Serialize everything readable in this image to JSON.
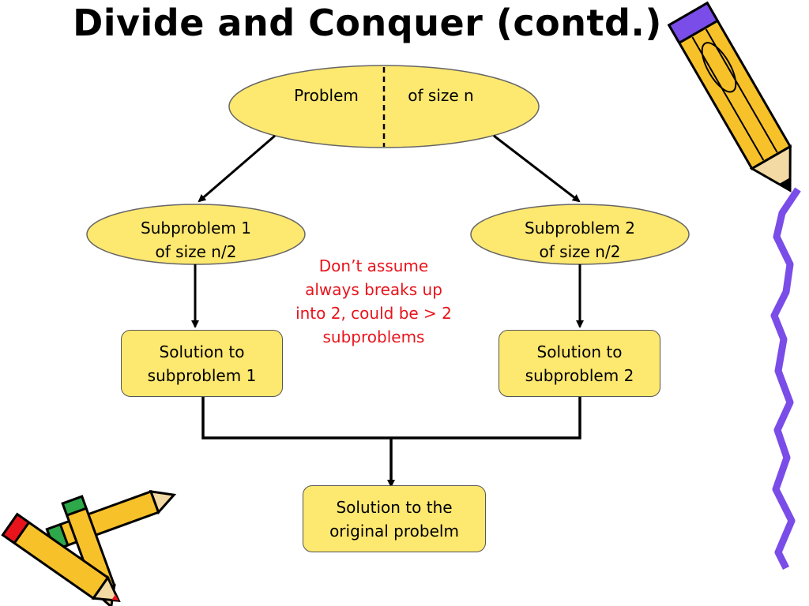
{
  "slide": {
    "title": "Divide and Conquer (contd.)"
  },
  "diagram": {
    "root": {
      "left_label": "Problem",
      "right_label": "of size n"
    },
    "sub1": {
      "line1": "Subproblem 1",
      "line2": "of size n/2"
    },
    "sub2": {
      "line1": "Subproblem 2",
      "line2": "of size n/2"
    },
    "sol1": {
      "line1": "Solution to",
      "line2": "subproblem 1"
    },
    "sol2": {
      "line1": "Solution to",
      "line2": "subproblem 2"
    },
    "final": {
      "line1": "Solution to the",
      "line2": "original probelm"
    },
    "note": [
      "Don’t assume",
      "always breaks up",
      "into 2, could be > 2",
      "subproblems"
    ]
  },
  "colors": {
    "node_fill": "#fde870",
    "note_text": "#e8141c",
    "zigzag": "#7a4de8"
  },
  "icons": [
    "pencil-icon",
    "pencils-cluster-icon"
  ]
}
